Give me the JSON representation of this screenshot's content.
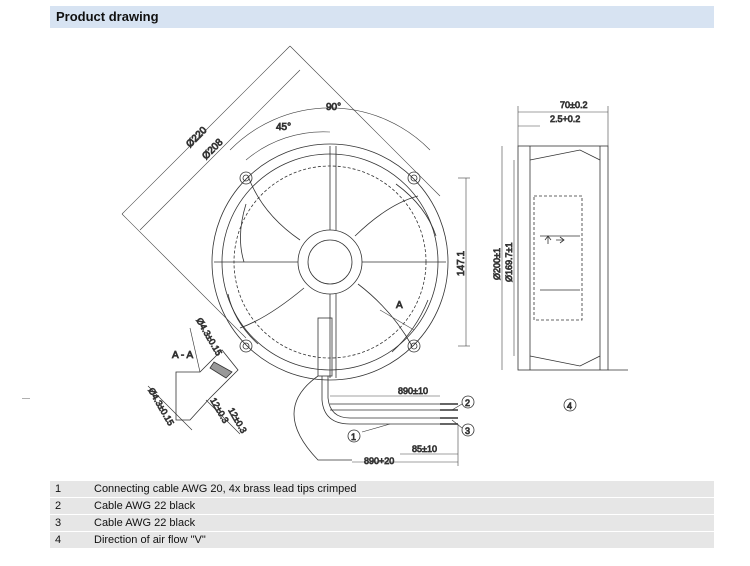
{
  "section": {
    "title": "Product drawing"
  },
  "drawing": {
    "front": {
      "dia_outer": "Ø220",
      "dia_inner": "Ø208",
      "angle_90": "90°",
      "angle_45": "45°",
      "height_box": "147.1",
      "section_mark": "A",
      "section_title": "A - A",
      "hole_top": "Ø4.3±0.15",
      "hole_bottom": "Ø4.3±0.15",
      "dim_12a": "12±0.3",
      "dim_12b": "12±0.3",
      "cable_890a": "890±10",
      "cable_890b": "890+20",
      "cable_85": "85±10",
      "callout_1": "1",
      "callout_2": "2",
      "callout_3": "3"
    },
    "side": {
      "depth": "70±0.2",
      "lip": "2.5+0.2",
      "dia_200": "Ø200±1",
      "dia_169": "Ø169.7±1",
      "callout_4": "4"
    }
  },
  "legend": [
    {
      "num": "1",
      "text": "Connecting cable AWG 20, 4x brass lead tips crimped"
    },
    {
      "num": "2",
      "text": "Cable AWG 22 black"
    },
    {
      "num": "3",
      "text": "Cable AWG 22 black"
    },
    {
      "num": "4",
      "text": "Direction of air flow \"V\""
    }
  ]
}
